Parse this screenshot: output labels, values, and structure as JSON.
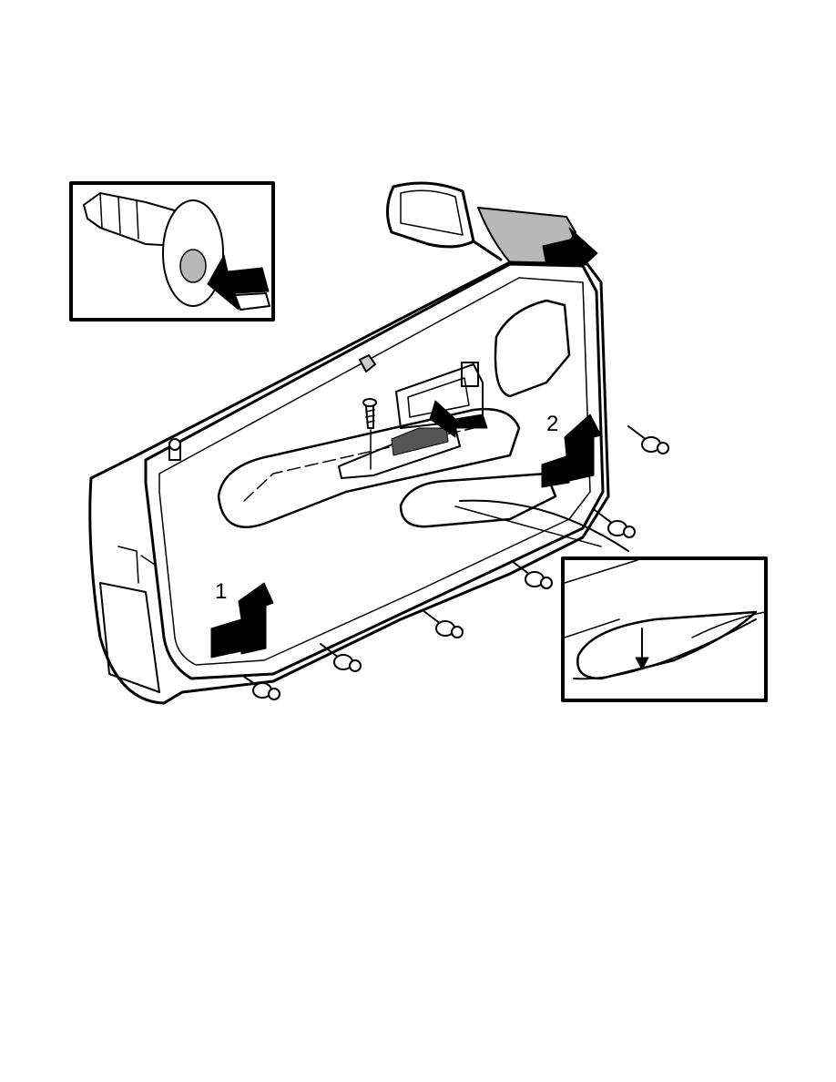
{
  "figure": {
    "callouts": [
      {
        "id": "1",
        "label": "1"
      },
      {
        "id": "2",
        "label": "2"
      }
    ],
    "colors": {
      "line": "#000000",
      "fill": "#ffffff",
      "shade": "#b8b8b8"
    }
  }
}
